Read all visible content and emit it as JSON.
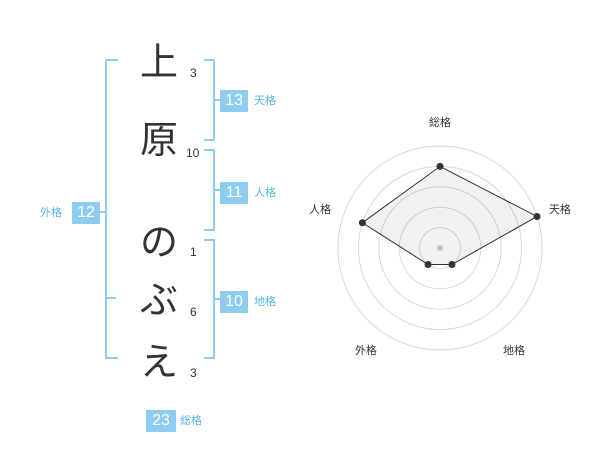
{
  "name": {
    "characters": [
      {
        "char": "上",
        "strokes": "3"
      },
      {
        "char": "原",
        "strokes": "10"
      },
      {
        "char": "の",
        "strokes": "1"
      },
      {
        "char": "ぶ",
        "strokes": "6"
      },
      {
        "char": "え",
        "strokes": "3"
      }
    ]
  },
  "kakusu": {
    "tenkaku": {
      "label": "天格",
      "value": "13"
    },
    "jinkaku": {
      "label": "人格",
      "value": "11"
    },
    "chikaku": {
      "label": "地格",
      "value": "10"
    },
    "gaikaku": {
      "label": "外格",
      "value": "12"
    },
    "soukaku": {
      "label": "総格",
      "value": "23"
    }
  },
  "colors": {
    "accent": "#8ecdf0",
    "accent_text": "#5ab4e8",
    "bracket": "#8ecdf0",
    "text": "#333333"
  },
  "chart_data": {
    "type": "radar",
    "axes": [
      "総格",
      "天格",
      "地格",
      "外格",
      "人格"
    ],
    "values": [
      4,
      5,
      1,
      1,
      4
    ],
    "max": 5,
    "levels": 5
  }
}
